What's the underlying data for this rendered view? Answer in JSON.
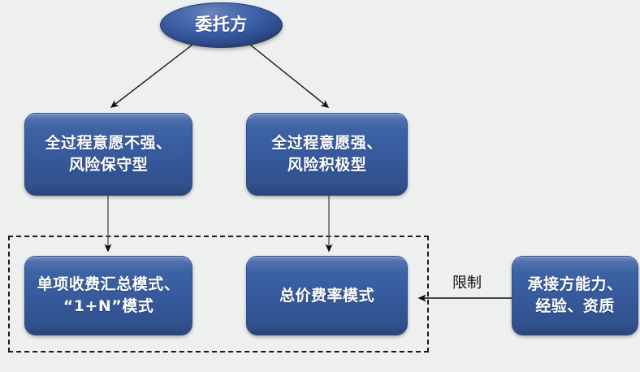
{
  "diagram": {
    "type": "flowchart",
    "background_color": "#eef0ef",
    "node_fill_color": "#3c63a5",
    "node_text_color": "#ffffff",
    "edge_color": "#1a1a1a",
    "nodes": [
      {
        "id": "client",
        "shape": "ellipse",
        "label": "委托方",
        "level": 0
      },
      {
        "id": "weak",
        "shape": "rounded-rect",
        "label": "全过程意愿不强、\n风险保守型",
        "line1": "全过程意愿不强、",
        "line2": "风险保守型",
        "level": 1
      },
      {
        "id": "strong",
        "shape": "rounded-rect",
        "label": "全过程意愿强、\n风险积极型",
        "line1": "全过程意愿强、",
        "line2": "风险积极型",
        "level": 1
      },
      {
        "id": "itemized",
        "shape": "rounded-rect",
        "label": "单项收费汇总模式、\n“1+N”模式",
        "line1": "单项收费汇总模式、",
        "line2": "“1+N”模式",
        "level": 2
      },
      {
        "id": "lumpsum",
        "shape": "rounded-rect",
        "label": "总价费率模式",
        "line1": "总价费率模式",
        "line2": "",
        "level": 2
      },
      {
        "id": "capability",
        "shape": "rounded-rect",
        "label": "承接方能力、\n经验、资质",
        "line1": "承接方能力、",
        "line2": "经验、资质",
        "level": 2
      }
    ],
    "edges": [
      {
        "id": "e1",
        "from": "client",
        "to": "weak",
        "label": "",
        "style": "solid-arrow"
      },
      {
        "id": "e2",
        "from": "client",
        "to": "strong",
        "label": "",
        "style": "solid-arrow"
      },
      {
        "id": "e3",
        "from": "weak",
        "to": "itemized",
        "label": "",
        "style": "solid-arrow"
      },
      {
        "id": "e4",
        "from": "strong",
        "to": "lumpsum",
        "label": "",
        "style": "solid-arrow"
      },
      {
        "id": "e5",
        "from": "capability",
        "to": "pricing-group",
        "label": "限制",
        "style": "solid-arrow"
      }
    ],
    "groups": [
      {
        "id": "pricing-group",
        "label": "",
        "style": "dashed-rect",
        "members": [
          "itemized",
          "lumpsum"
        ]
      }
    ]
  }
}
